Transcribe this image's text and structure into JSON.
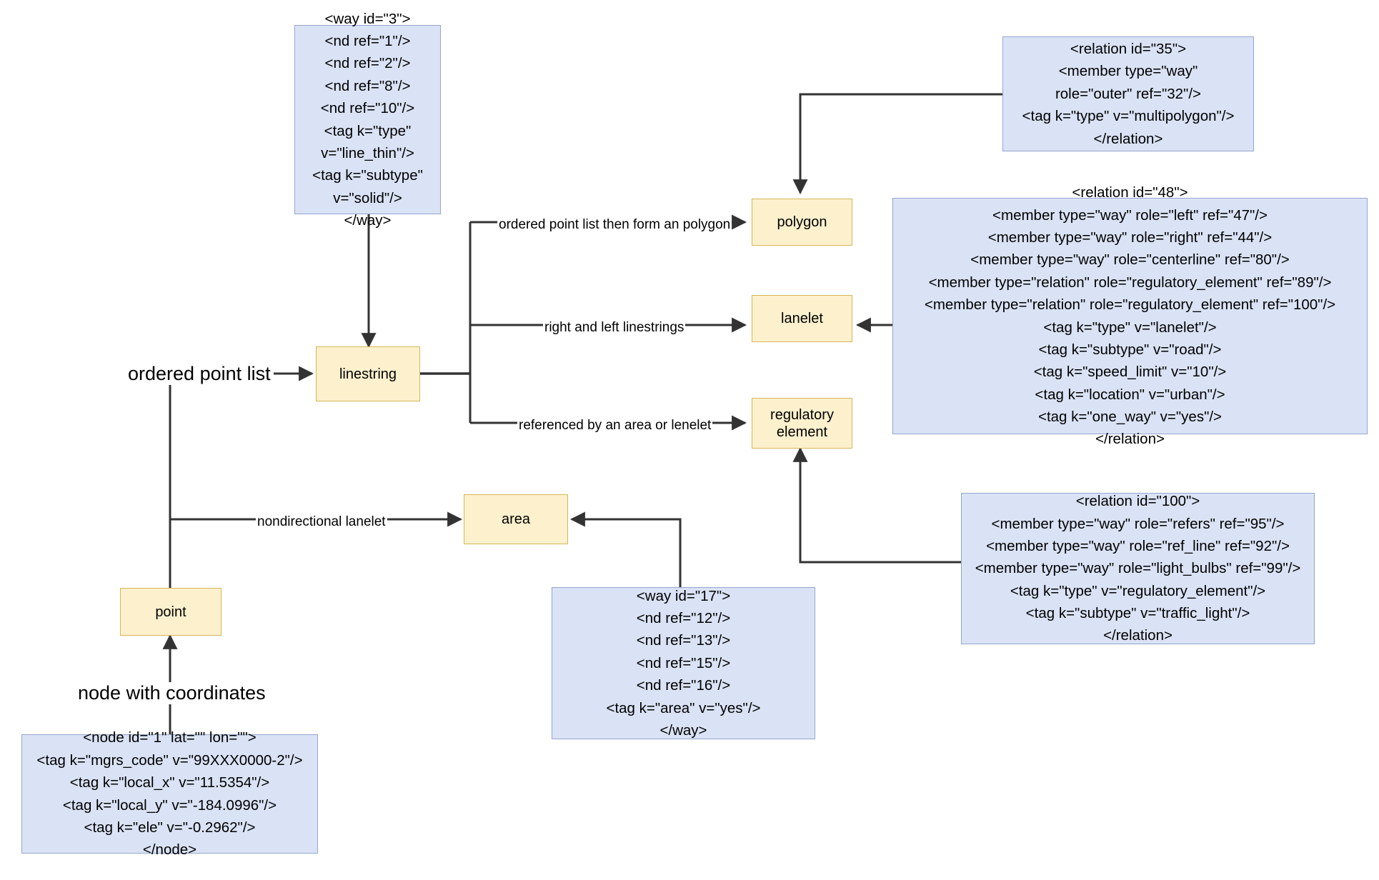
{
  "diagram": {
    "title": "Lanelet2 primitives and OSM XML mapping",
    "colors": {
      "yellow_fill": "#fcf0cd",
      "yellow_stroke": "#d6b656",
      "blue_fill": "#dae3f5",
      "blue_stroke": "#94a6cd",
      "edge_stroke": "#333333",
      "background": "#ffffff"
    },
    "nodes": {
      "way_3": "<way id=\"3\">\n<nd ref=\"1\"/>\n<nd ref=\"2\"/>\n<nd ref=\"8\"/>\n<nd ref=\"10\"/>\n<tag k=\"type\"\nv=\"line_thin\"/>\n<tag k=\"subtype\"\nv=\"solid\"/>\n</way>",
      "relation_35": "<relation id=\"35\">\n<member type=\"way\"\nrole=\"outer\" ref=\"32\"/>\n<tag k=\"type\" v=\"multipolygon\"/>\n</relation>",
      "relation_48": "<relation id=\"48\">\n<member type=\"way\" role=\"left\" ref=\"47\"/>\n<member type=\"way\" role=\"right\" ref=\"44\"/>\n<member type=\"way\" role=\"centerline\" ref=\"80\"/>\n<member type=\"relation\" role=\"regulatory_element\" ref=\"89\"/>\n<member type=\"relation\" role=\"regulatory_element\" ref=\"100\"/>\n<tag k=\"type\" v=\"lanelet\"/>\n<tag k=\"subtype\" v=\"road\"/>\n<tag k=\"speed_limit\" v=\"10\"/>\n<tag k=\"location\" v=\"urban\"/>\n<tag k=\"one_way\" v=\"yes\"/>\n</relation>",
      "relation_100": "<relation id=\"100\">\n<member type=\"way\" role=\"refers\" ref=\"95\"/>\n<member type=\"way\" role=\"ref_line\" ref=\"92\"/>\n<member type=\"way\" role=\"light_bulbs\" ref=\"99\"/>\n<tag k=\"type\" v=\"regulatory_element\"/>\n<tag k=\"subtype\" v=\"traffic_light\"/>\n</relation>",
      "way_17": "<way id=\"17\">\n<nd ref=\"12\"/>\n<nd ref=\"13\"/>\n<nd ref=\"15\"/>\n<nd ref=\"16\"/>\n<tag k=\"area\" v=\"yes\"/>\n</way>",
      "node_1": "<node id=\"1\" lat=\"\" lon=\"\">\n<tag k=\"mgrs_code\" v=\"99XXX0000-2\"/>\n<tag k=\"local_x\" v=\"11.5354\"/>\n<tag k=\"local_y\" v=\"-184.0996\"/>\n<tag k=\"ele\" v=\"-0.2962\"/>\n</node>",
      "linestring": "linestring",
      "polygon": "polygon",
      "lanelet": "lanelet",
      "regulatory_element": "regulatory\nelement",
      "area": "area",
      "point": "point"
    },
    "labels": {
      "ordered_point_list": "ordered point list",
      "node_with_coordinates": "node with coordinates"
    },
    "edge_labels": {
      "to_polygon": "ordered point list then form an polygon",
      "to_lanelet": "right and left linestrings",
      "to_regulatory_element": "referenced by an area or lenelet",
      "to_area": "nondirectional lanelet"
    }
  }
}
